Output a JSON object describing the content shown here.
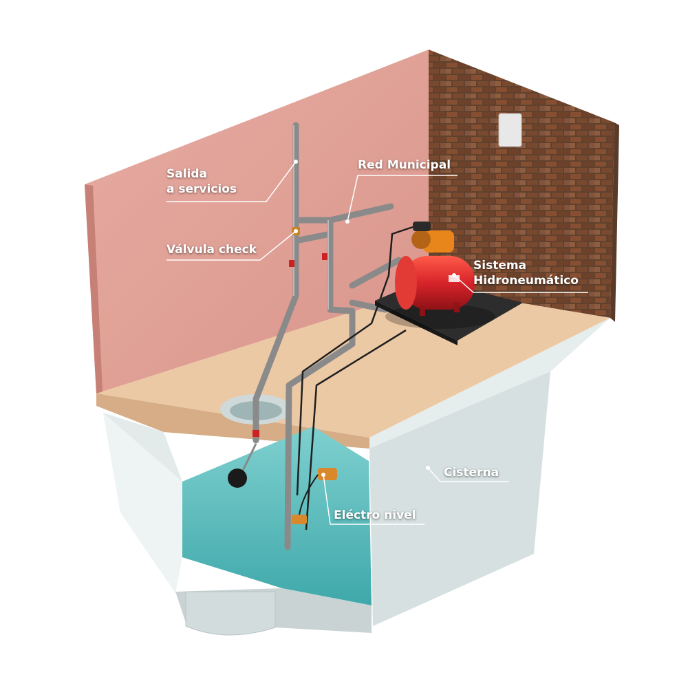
{
  "labels": {
    "salida_line1": "Salida",
    "salida_line2": "a servicios",
    "valvula": "Válvula check",
    "red_municipal": "Red Municipal",
    "sistema_line1": "Sistema",
    "sistema_line2": "Hidroneumático",
    "cisterna": "Cisterna",
    "electro_nivel": "Eléctro nivel"
  },
  "colors": {
    "wall": "#e3a39a",
    "brick": "#8c5a3c",
    "floor": "#ecc9a5",
    "cistern": "#dde6e6",
    "water": "#63c3c4",
    "pipe": "#8a8a8a",
    "tank": "#d8242a",
    "motor": "#e8861c",
    "float_switch": "#d9892c"
  }
}
